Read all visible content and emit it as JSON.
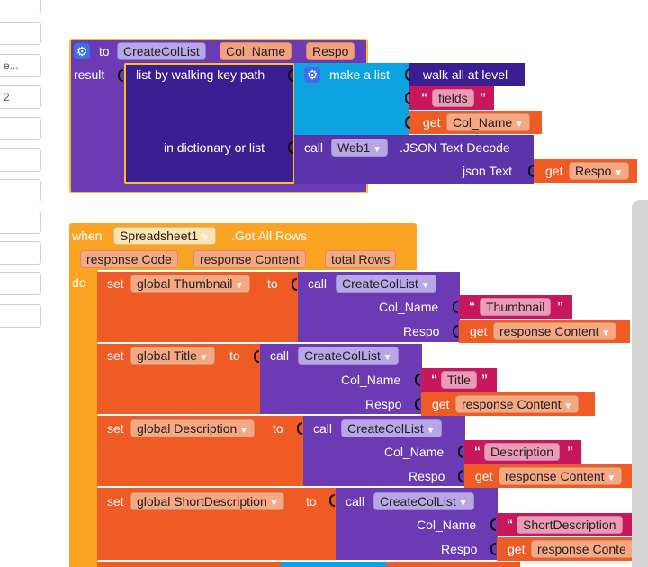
{
  "side_inputs": [
    "",
    "",
    "e...",
    "2",
    "",
    "",
    "",
    "",
    "",
    "",
    ""
  ],
  "proc": {
    "to": "to",
    "name": "CreateColList",
    "param1": "Col_Name",
    "param2": "Respo",
    "result": "result",
    "walk": "list by walking key path",
    "make_list": "make a list",
    "walk_all": "walk all at level",
    "fields": "fields",
    "get": "get",
    "get_param": "Col_Name",
    "in_dict": "in dictionary or list",
    "call": "call",
    "web": "Web1",
    "json_decode": ".JSON Text Decode",
    "json_text": "json Text",
    "get2": "get",
    "get2_param": "Respo"
  },
  "event": {
    "when": "when",
    "component": "Spreadsheet1",
    "event_name": ".Got All Rows",
    "p1": "response Code",
    "p2": "response Content",
    "p3": "total Rows",
    "do": "do"
  },
  "sets": [
    {
      "set": "set",
      "var": "global Thumbnail",
      "to": "to",
      "call": "call",
      "proc": "CreateColList",
      "col_label": "Col_Name",
      "col_value": "Thumbnail",
      "respo_label": "Respo",
      "get": "get",
      "get_value": "response Content"
    },
    {
      "set": "set",
      "var": "global Title",
      "to": "to",
      "call": "call",
      "proc": "CreateColList",
      "col_label": "Col_Name",
      "col_value": "Title",
      "respo_label": "Respo",
      "get": "get",
      "get_value": "response Content"
    },
    {
      "set": "set",
      "var": "global Description",
      "to": "to",
      "call": "call",
      "proc": "CreateColList",
      "col_label": "Col_Name",
      "col_value": "Description",
      "respo_label": "Respo",
      "get": "get",
      "get_value": "response Content"
    },
    {
      "set": "set",
      "var": "global ShortDescription",
      "to": "to",
      "call": "call",
      "proc": "CreateColList",
      "col_label": "Col_Name",
      "col_value": "ShortDescription",
      "respo_label": "Respo",
      "get": "get",
      "get_value": "response Conte"
    }
  ],
  "colors": {
    "procedure": "#6c3bb4",
    "dictionary": "#3b1f92",
    "list": "#0da3e1",
    "text": "#c7175d",
    "variable": "#ef5b24",
    "control": "#fba424",
    "component": "#5a34a8"
  }
}
